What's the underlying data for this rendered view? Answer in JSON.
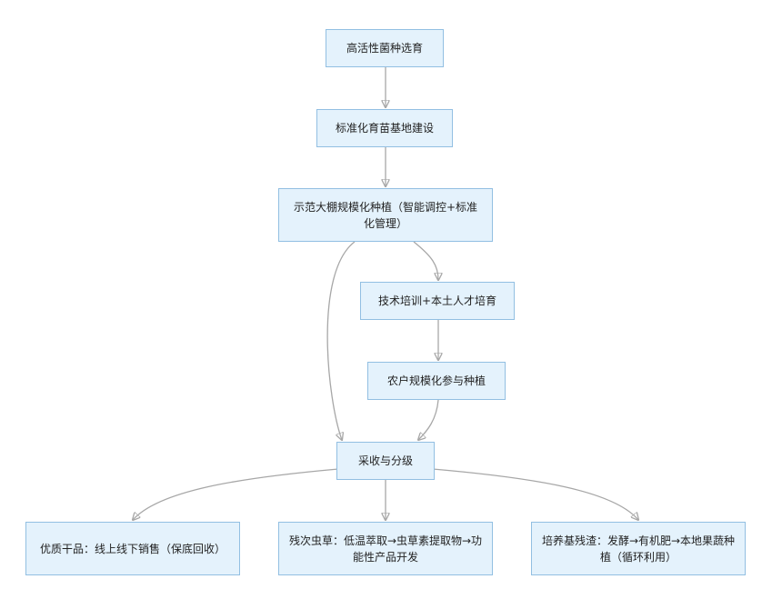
{
  "diagram": {
    "nodes": {
      "strain_breeding": "高活性菌种选育",
      "seedling_base": "标准化育苗基地建设",
      "greenhouse": "示范大棚规模化种植（智能调控+标准化管理）",
      "training": "技术培训+本土人才培育",
      "farmers": "农户规模化参与种植",
      "harvest": "采收与分级",
      "premium_sales": "优质干品：线上线下销售（保底回收）",
      "defective": "残次虫草：低温萃取→虫草素提取物→功能性产品开发",
      "residue": "培养基残渣：发酵→有机肥→本地果蔬种植（循环利用）"
    },
    "colors": {
      "node_fill": "#e4f2fc",
      "node_border": "#92bfe2",
      "edge": "#a7a7a7"
    }
  }
}
